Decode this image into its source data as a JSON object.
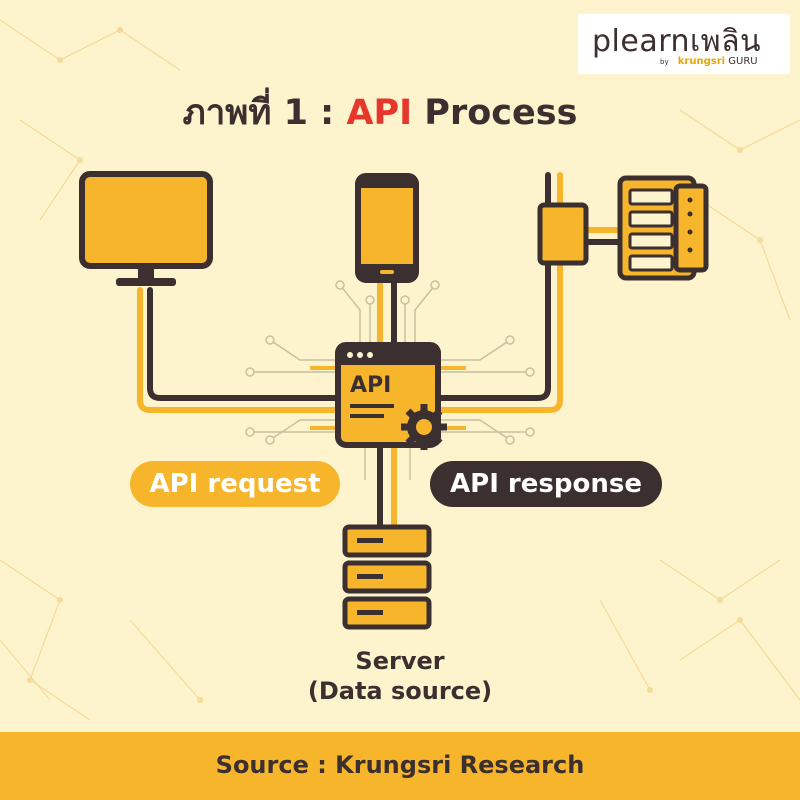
{
  "logo": {
    "main": "plearnเพลิน",
    "by": "by",
    "brand": "krungsri",
    "brand_suffix": "GURU"
  },
  "title": {
    "prefix": "ภาพที่ 1 : ",
    "accent": "API",
    "suffix": " Process"
  },
  "center_box": {
    "label": "API"
  },
  "pills": {
    "request": "API request",
    "response": "API response"
  },
  "server": {
    "line1": "Server",
    "line2": "(Data source)"
  },
  "footer": {
    "source": "Source : Krungsri Research"
  },
  "colors": {
    "background": "#fdf3cc",
    "yellow": "#f7b52b",
    "dark": "#3b2f2f",
    "accent_red": "#e5372b"
  }
}
